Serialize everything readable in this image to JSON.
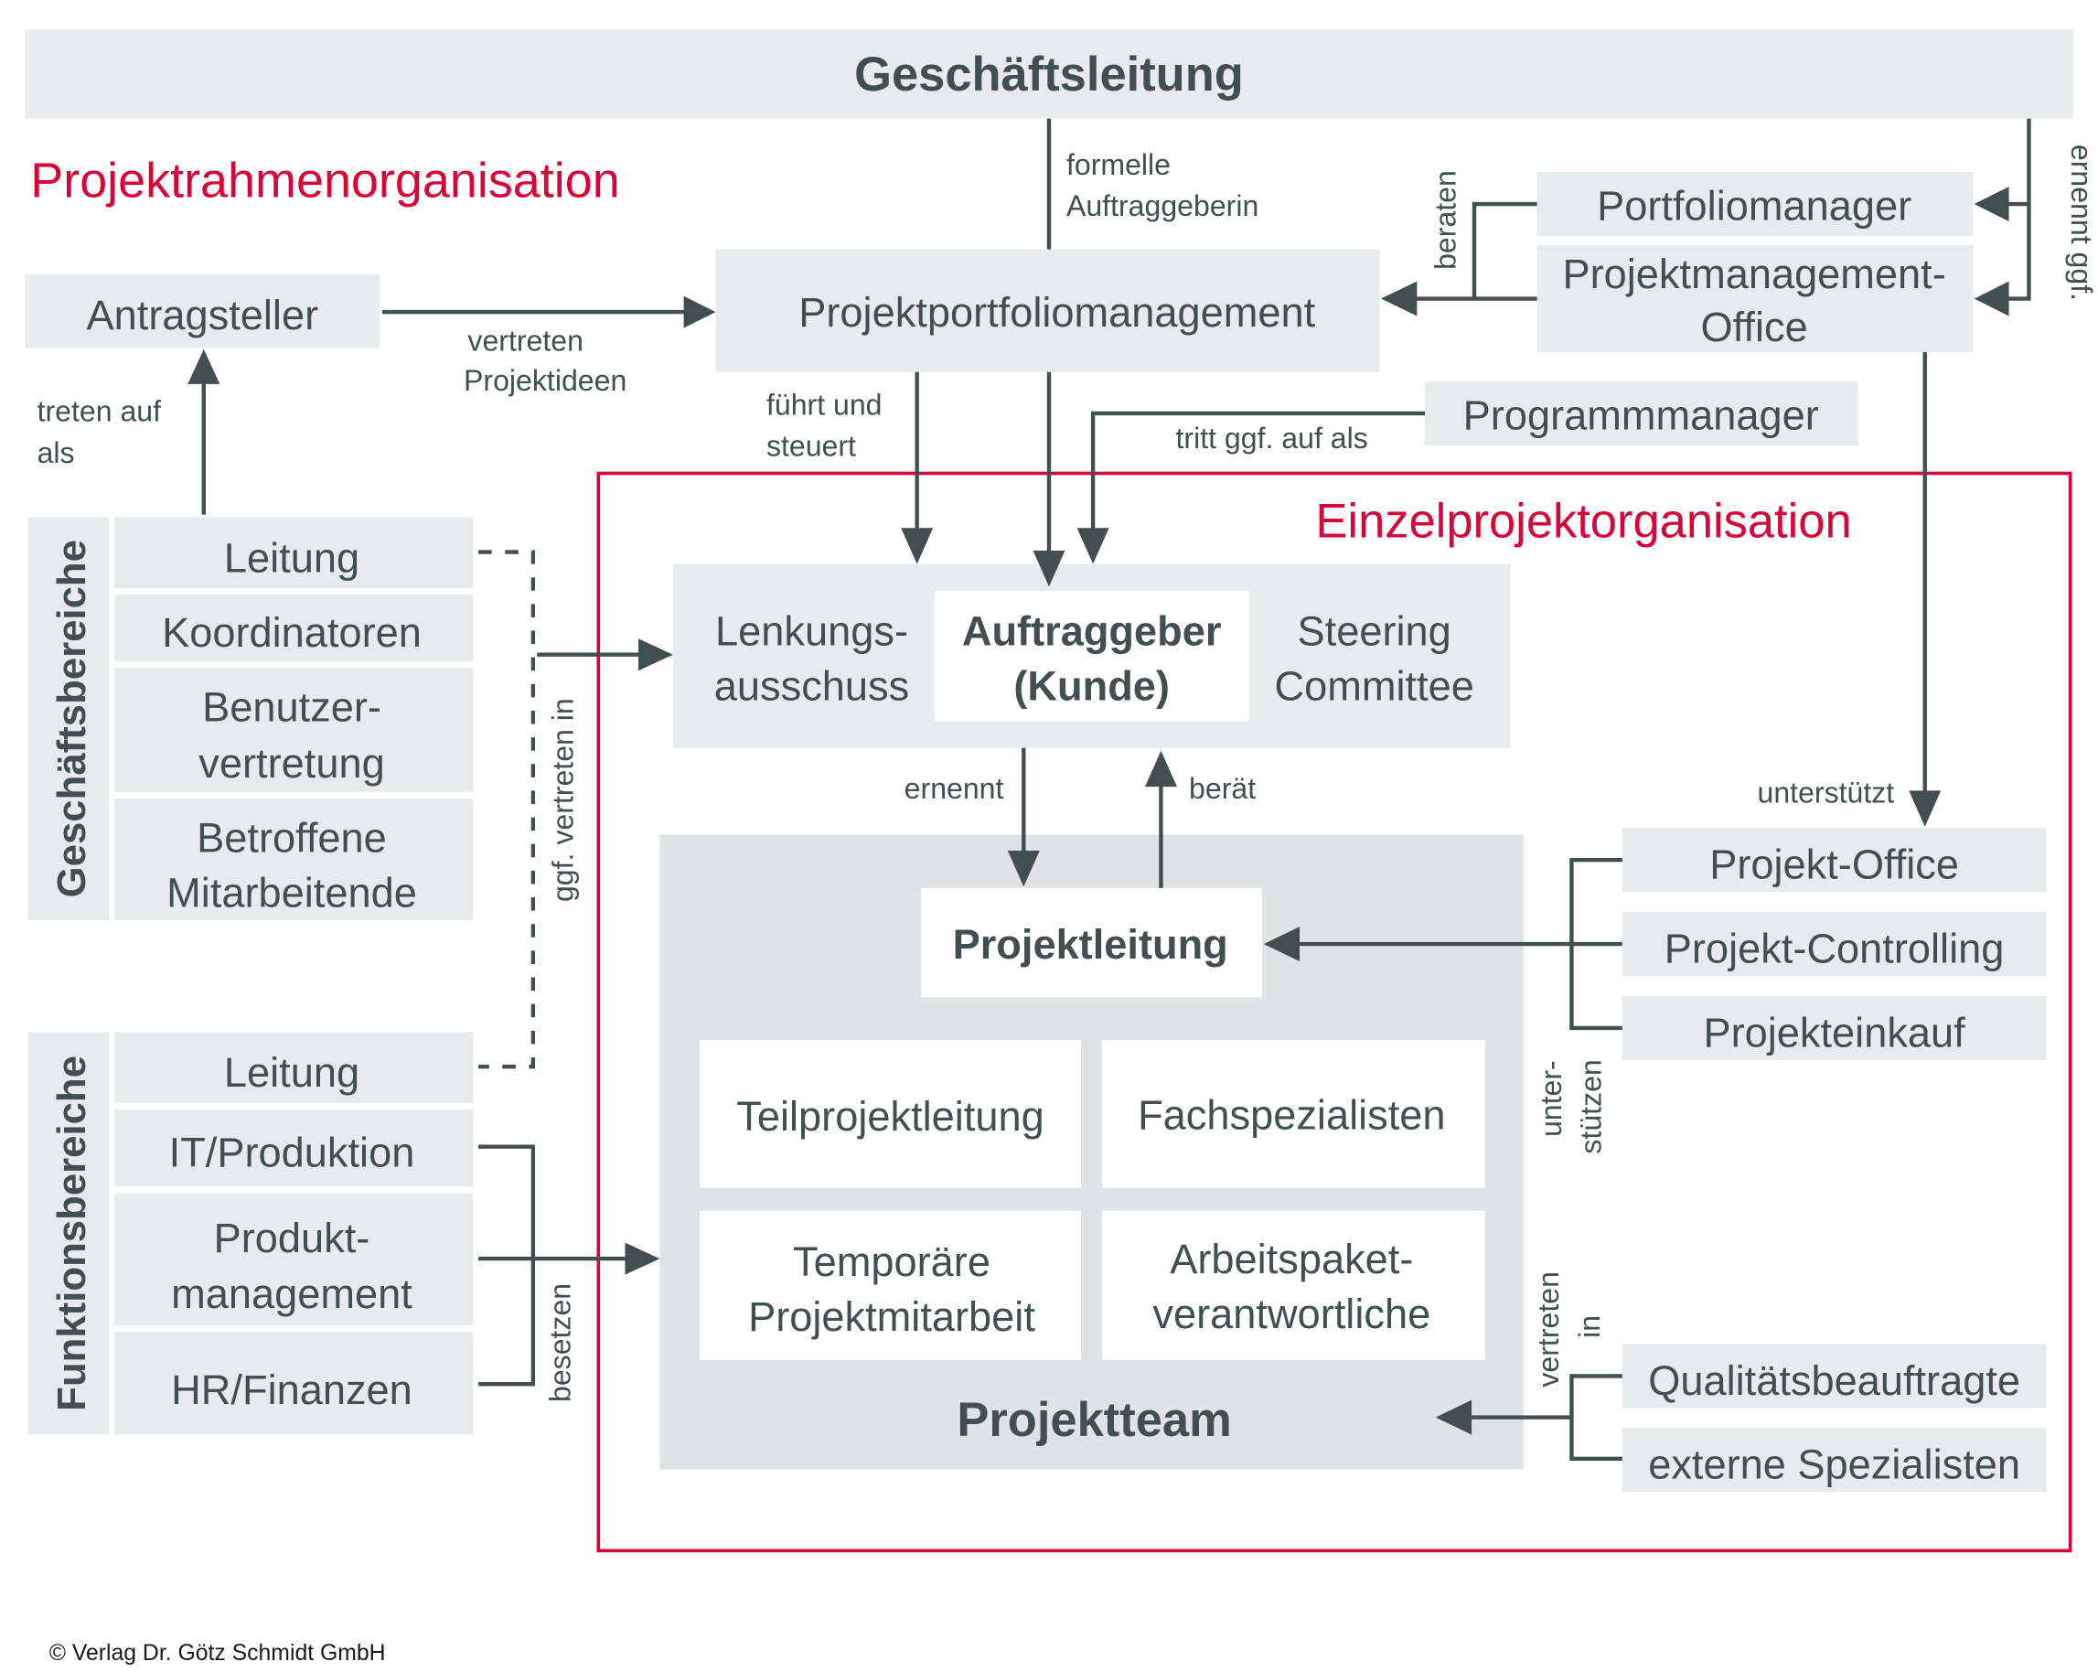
{
  "colors": {
    "accent_red": "#d7063a",
    "text_dark": "#434e4f",
    "box_fill": "#e8ebeb",
    "box_fill_team": "#e0e3e4"
  },
  "header": {
    "title": "Geschäftsleitung"
  },
  "sections": {
    "frame_org": "Projektrahmenorganisation",
    "single_org": "Einzelprojektorganisation"
  },
  "nodes": {
    "antragsteller": "Antragsteller",
    "ppm": "Projektportfoliomanagement",
    "portfoliomanager": "Portfoliomanager",
    "pmo_line1": "Projektmanagement-",
    "pmo_line2": "Office",
    "programmmanager": "Programmmanager",
    "lenkung_line1": "Lenkungs-",
    "lenkung_line2": "ausschuss",
    "auftraggeber_line1": "Auftraggeber",
    "auftraggeber_line2": "(Kunde)",
    "steering_line1": "Steering",
    "steering_line2": "Committee",
    "projektleitung": "Projektleitung",
    "teilprojektleitung": "Teilprojektleitung",
    "fachspezialisten": "Fachspezialisten",
    "temp_line1": "Temporäre",
    "temp_line2": "Projektmitarbeit",
    "ap_line1": "Arbeitspaket-",
    "ap_line2": "verantwortliche",
    "projektteam": "Projektteam",
    "projekt_office": "Projekt-Office",
    "projekt_controlling": "Projekt-Controlling",
    "projekteinkauf": "Projekteinkauf",
    "qualitaet": "Qualitätsbeauftragte",
    "externe": "externe Spezialisten"
  },
  "geschaeftsbereiche": {
    "label": "Geschäftsbereiche",
    "items": [
      {
        "line1": "Leitung",
        "line2": ""
      },
      {
        "line1": "Koordinatoren",
        "line2": ""
      },
      {
        "line1": "Benutzer-",
        "line2": "vertretung"
      },
      {
        "line1": "Betroffene",
        "line2": "Mitarbeitende"
      }
    ]
  },
  "funktionsbereiche": {
    "label": "Funktionsbereiche",
    "items": [
      {
        "line1": "Leitung",
        "line2": ""
      },
      {
        "line1": "IT/Produktion",
        "line2": ""
      },
      {
        "line1": "Produkt-",
        "line2": "management"
      },
      {
        "line1": "HR/Finanzen",
        "line2": ""
      }
    ]
  },
  "edge_labels": {
    "formelle_1": "formelle",
    "formelle_2": "Auftraggeberin",
    "vertreten_1": "vertreten",
    "vertreten_2": "Projektideen",
    "treten_1": "treten auf",
    "treten_2": "als",
    "beraten": "beraten",
    "ernennt_ggf": "ernennt ggf.",
    "fuehrt_1": "führt und",
    "fuehrt_2": "steuert",
    "tritt_ggf": "tritt ggf. auf als",
    "ggf_vertreten_in": "ggf. vertreten in",
    "ernennt": "ernennt",
    "beraet": "berät",
    "unterstuetzt": "unterstützt",
    "unter_1": "unter-",
    "unter_2": "stützen",
    "vertreten_in_1": "vertreten",
    "vertreten_in_2": "in",
    "besetzen": "besetzen"
  },
  "footer": {
    "copyright": "© Verlag Dr. Götz Schmidt GmbH"
  }
}
